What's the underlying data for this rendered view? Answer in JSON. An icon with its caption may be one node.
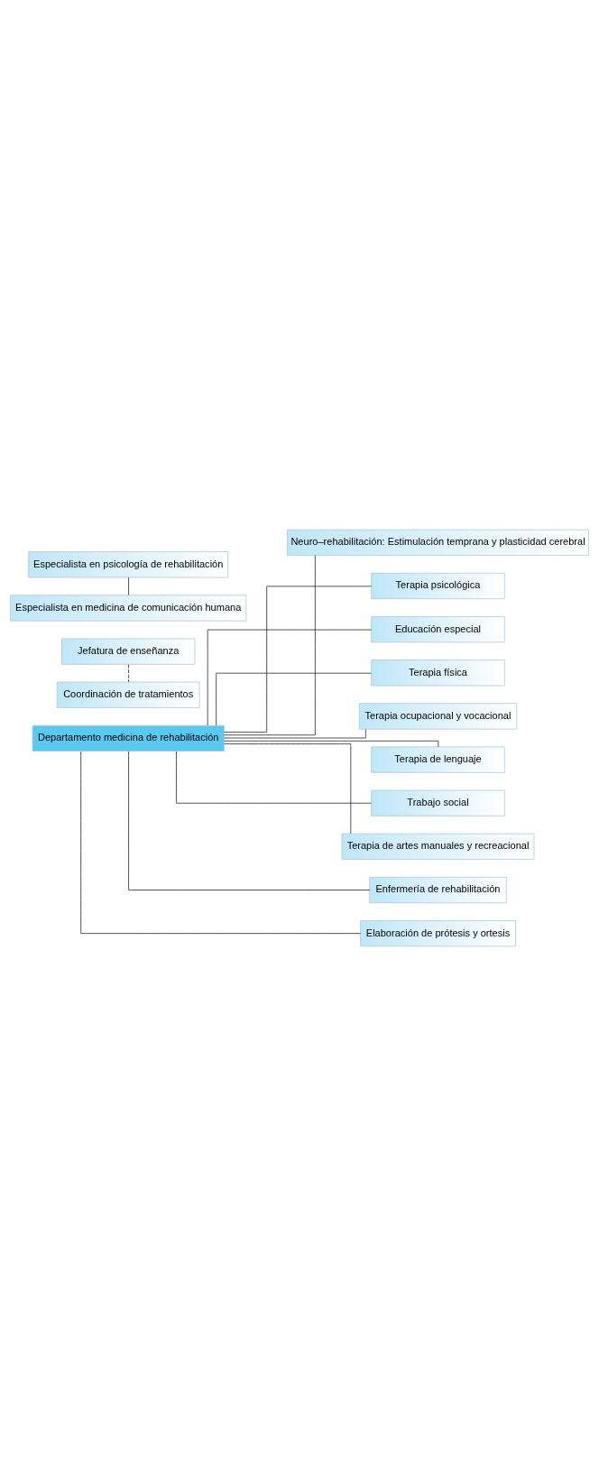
{
  "diagram": {
    "nodes": [
      {
        "text": [
          "Departamento medicina de rehabilitación"
        ]
      },
      {
        "text": [
          "Jefatura de enseñanza"
        ]
      },
      {
        "text": [
          "Especialista en psicología de rehabilitación"
        ]
      },
      {
        "text": [
          "Coordinación de tratamientos"
        ]
      },
      {
        "text": [
          "Especialista en medicina de comunicación humana"
        ]
      },
      {
        "text": [
          "Neuro–rehabilitación: Estimulación temprana y plasticidad cerebral"
        ]
      },
      {
        "text": [
          "Terapia psicológica"
        ]
      },
      {
        "text": [
          "Educación especial"
        ]
      },
      {
        "text": [
          "Terapia física"
        ]
      },
      {
        "text": [
          "Terapia ocupacional y vocacional"
        ]
      },
      {
        "text": [
          "Terapia de lenguaje"
        ]
      },
      {
        "text": [
          "Trabajo social"
        ]
      },
      {
        "text": [
          "Terapia de artes manuales y recreacional"
        ]
      },
      {
        "text": [
          "Enfermería de rehabilitación"
        ]
      },
      {
        "text": [
          "Elaboración de prótesis y ortesis"
        ]
      }
    ],
    "edges": [
      {
        "from": 1,
        "to": 3,
        "arrow": "none",
        "style": "dashed"
      },
      {
        "from": 2,
        "to": 4,
        "arrow": "none"
      },
      {
        "from": 0,
        "to": 5,
        "arrow": "none"
      },
      {
        "from": 0,
        "to": 6,
        "arrow": "none"
      },
      {
        "from": 0,
        "to": 7,
        "arrow": "none"
      },
      {
        "from": 0,
        "to": 8,
        "arrow": "none"
      },
      {
        "from": 0,
        "to": 9,
        "arrow": "none"
      },
      {
        "from": 0,
        "to": 10,
        "arrow": "none"
      },
      {
        "from": 0,
        "to": 11,
        "arrow": "none"
      },
      {
        "from": 0,
        "to": 12,
        "arrow": "none"
      },
      {
        "from": 0,
        "to": 13,
        "arrow": "none"
      },
      {
        "from": 0,
        "to": 14,
        "arrow": "none"
      }
    ]
  }
}
